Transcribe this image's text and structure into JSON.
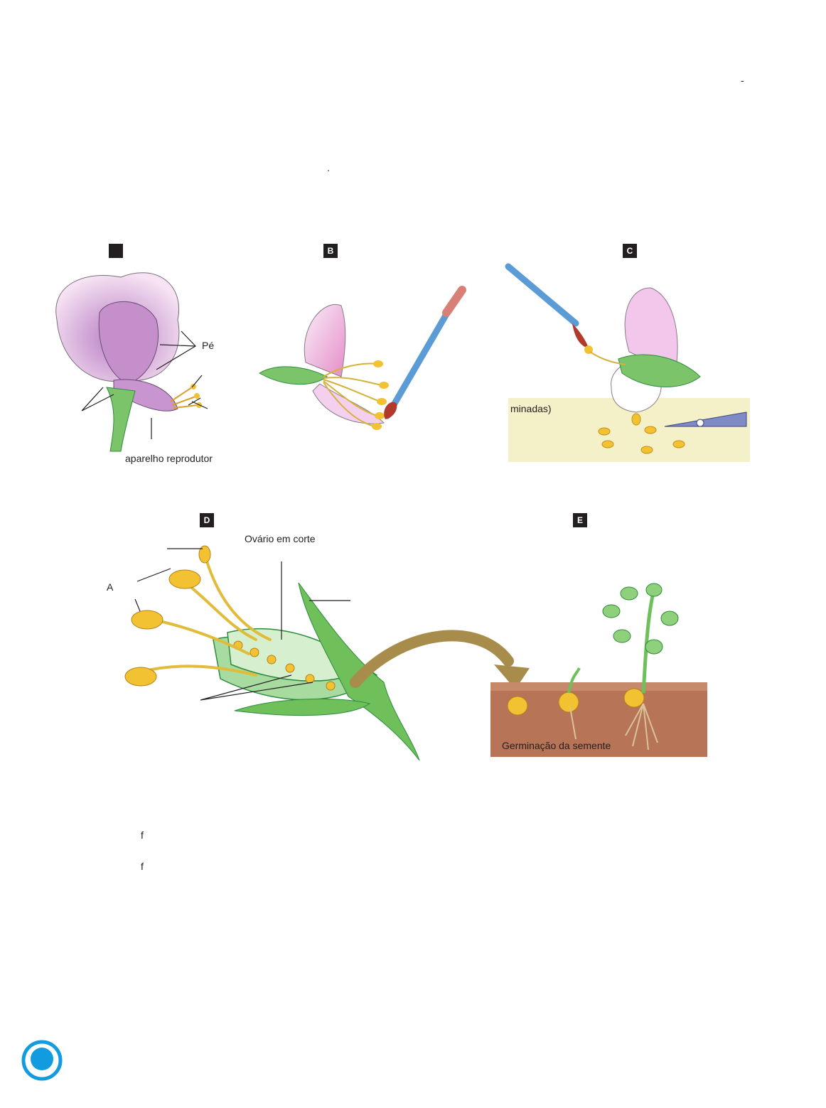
{
  "page": {
    "dash": "-",
    "dot": ".",
    "list_marker_1": "f",
    "list_marker_2": "f"
  },
  "panels": {
    "A": {
      "badge": "",
      "labels": {
        "petals": "Pé",
        "apparatus": "aparelho reprodutor"
      }
    },
    "B": {
      "badge": "B"
    },
    "C": {
      "badge": "C",
      "labels": {
        "minadas": "minadas)"
      }
    },
    "D": {
      "badge": "D",
      "labels": {
        "ovary": "Ovário em corte",
        "left_cut": "A"
      }
    },
    "E": {
      "badge": "E",
      "labels": {
        "germination": "Germinação da semente"
      }
    }
  },
  "colors": {
    "petal_pink": "#e9b6e4",
    "petal_purple": "#b77bc2",
    "green": "#6fbf5a",
    "dark_green": "#2e8b3e",
    "anther_yellow": "#f2c233",
    "soil": "#b87457",
    "sand": "#f4f0c8",
    "logo_blue": "#139bdf"
  },
  "icons": {
    "logo": "circle-logo-icon"
  }
}
